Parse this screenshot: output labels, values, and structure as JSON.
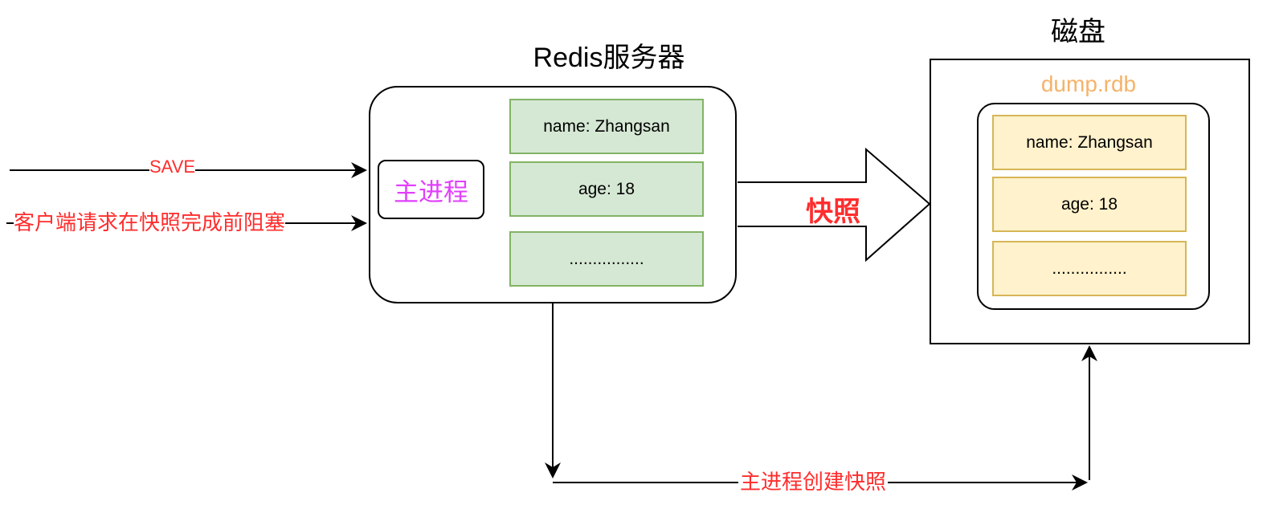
{
  "colors": {
    "red": "#ff2d2d",
    "magenta": "#e040fb",
    "orange": "#f5b36a"
  },
  "server": {
    "title": "Redis服务器",
    "process_label": "主进程",
    "cells": [
      "name: Zhangsan",
      "age: 18",
      "................"
    ]
  },
  "disk": {
    "title": "磁盘",
    "file_label": "dump.rdb",
    "cells": [
      "name: Zhangsan",
      "age: 18",
      "................"
    ]
  },
  "arrows": {
    "save_label": "SAVE",
    "block_label": "客户端请求在快照完成前阻塞",
    "snapshot_label": "快照",
    "create_label": "主进程创建快照"
  }
}
